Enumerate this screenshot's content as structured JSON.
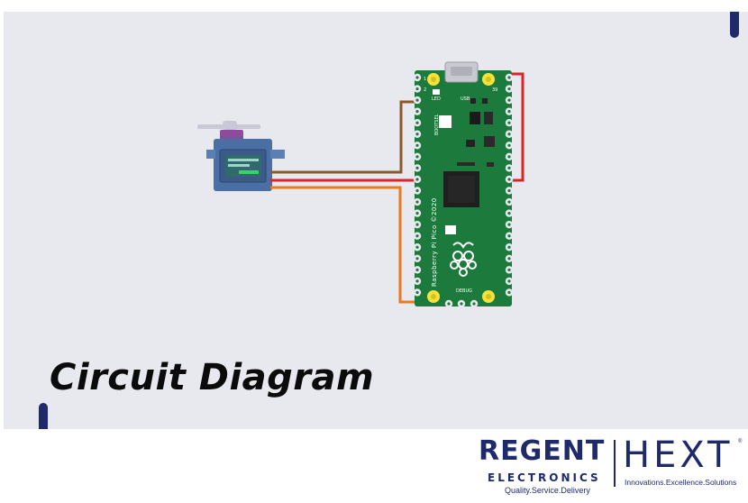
{
  "title": "Circuit Diagram",
  "board": {
    "usb_label": "USB",
    "led_label": "LED",
    "bootsel_label": "BOOTSEL",
    "debug_label": "DEBUG",
    "pin_label_1": "1",
    "pin_label_2": "2",
    "pin_label_39": "39",
    "model_label": "Raspberry Pi Pico ©2020"
  },
  "servo": {
    "body_color": "#4a6fa5",
    "screen_color": "#2f6b6a"
  },
  "wires": {
    "signal_color": "#8b5a2b",
    "power_color": "#d9262c",
    "ground_color": "#ec7a1c"
  },
  "branding": {
    "regent_name": "REGENT",
    "regent_sub": "ELECTRONICS",
    "regent_tagline": "Quality.Service.Delivery",
    "hext_name": "HEXT",
    "hext_tagline": "Innovations.Excellence.Solutions",
    "registered": "®",
    "brand_color": "#1f2a6b"
  }
}
